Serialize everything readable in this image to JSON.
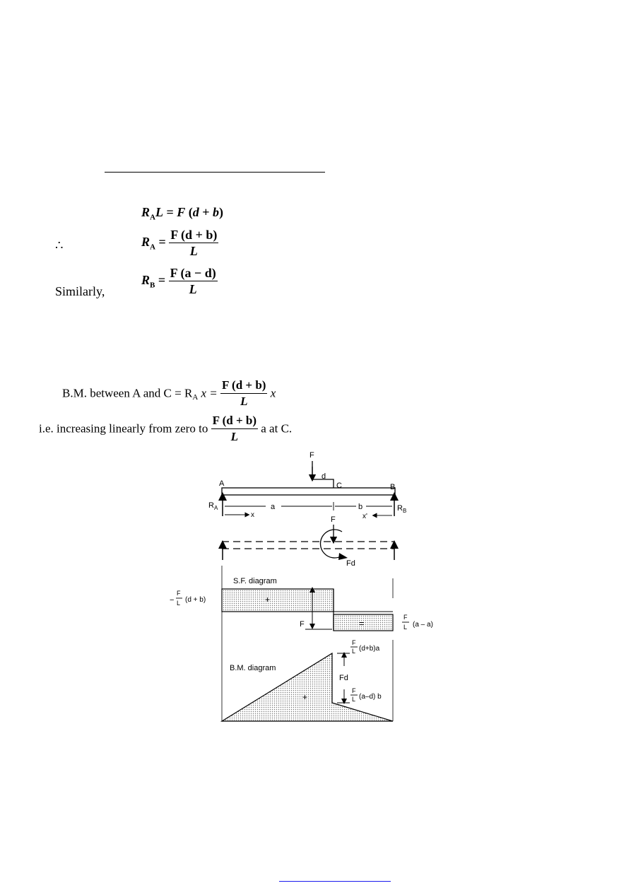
{
  "equations": {
    "eq1": "R_A L = F (d + b)",
    "therefore": "∴",
    "ra": {
      "lhs": "R_A =",
      "num": "F (d + b)",
      "den": "L"
    },
    "similarly_label": "Similarly,",
    "rb": {
      "lhs": "R_B =",
      "num": "F (a − d)",
      "den": "L"
    }
  },
  "bm_text": {
    "line1_prefix": "B.M. between A and C = R",
    "line1_sub": "A",
    "line1_mid": "x  =",
    "frac_num": "F (d + b)",
    "frac_den": "L",
    "line1_suffix": "x",
    "line2_prefix": "i.e. increasing linearly from zero to",
    "line2_frac_num": "F (d + b)",
    "line2_frac_den": "L",
    "line2_suffix": "a at C."
  },
  "figure": {
    "load_label": "F",
    "offset_label": "d",
    "point_a": "A",
    "point_b": "B",
    "point_c": "C",
    "reaction_a": "R",
    "reaction_a_sub": "A",
    "reaction_b": "R",
    "reaction_b_sub": "B",
    "dim_a": "a",
    "dim_b": "b",
    "dim_x": "x",
    "dim_xprime": "x'",
    "equiv_force": "F",
    "moment_label": "Fd",
    "sf_title": "S.F. diagram",
    "sf_left_value": "(d + b)",
    "sf_right_value": "(a – a)",
    "sf_jump": "F",
    "plus_sign": "+",
    "minus_sign": "=",
    "bm_title": "B.M. diagram",
    "bm_top_value": "(d+b)a",
    "bm_drop": "Fd",
    "bm_bottom_value": "(a–d) b",
    "frac_f": "F",
    "frac_l": "L"
  }
}
